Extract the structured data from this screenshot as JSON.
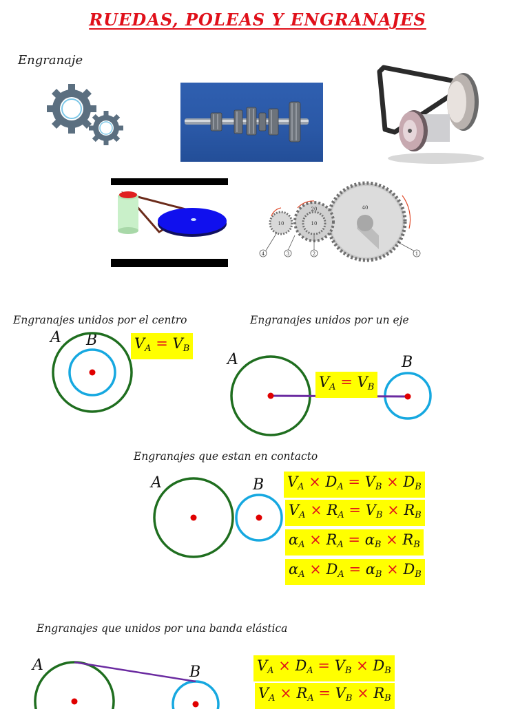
{
  "title": "RUEDAS, POLEAS Y ENGRANAJES",
  "section_engranaje": "Engranaje",
  "gear_labels": {
    "small1": "10",
    "small2": "20",
    "small3": "10",
    "big": "40",
    "n1": "1",
    "n2": "2",
    "n3": "3",
    "n4": "4"
  },
  "case_center": {
    "caption": "Engranajes unidos por el centro",
    "label_a": "A",
    "label_b": "B",
    "formula": [
      {
        "v": "V",
        "s": "A"
      },
      {
        "op": "="
      },
      {
        "v": "V",
        "s": "B"
      }
    ]
  },
  "case_axis": {
    "caption": "Engranajes unidos por un eje",
    "label_a": "A",
    "label_b": "B",
    "formula": [
      {
        "v": "V",
        "s": "A"
      },
      {
        "op": "="
      },
      {
        "v": "V",
        "s": "B"
      }
    ]
  },
  "case_contact": {
    "caption": "Engranajes que estan en contacto",
    "label_a": "A",
    "label_b": "B",
    "formulas": [
      [
        {
          "v": "V",
          "s": "A"
        },
        {
          "op": "×"
        },
        {
          "v": "D",
          "s": "A"
        },
        {
          "op": "="
        },
        {
          "v": "V",
          "s": "B"
        },
        {
          "op": "×"
        },
        {
          "v": "D",
          "s": "B"
        }
      ],
      [
        {
          "v": "V",
          "s": "A"
        },
        {
          "op": "×"
        },
        {
          "v": "R",
          "s": "A"
        },
        {
          "op": "="
        },
        {
          "v": "V",
          "s": "B"
        },
        {
          "op": "×"
        },
        {
          "v": "R",
          "s": "B"
        }
      ],
      [
        {
          "v": "α",
          "s": "A"
        },
        {
          "op": "×"
        },
        {
          "v": "R",
          "s": "A"
        },
        {
          "op": "="
        },
        {
          "v": "α",
          "s": "B"
        },
        {
          "op": "×"
        },
        {
          "v": "R",
          "s": "B"
        }
      ],
      [
        {
          "v": "α",
          "s": "A"
        },
        {
          "op": "×"
        },
        {
          "v": "D",
          "s": "A"
        },
        {
          "op": "="
        },
        {
          "v": "α",
          "s": "B"
        },
        {
          "op": "×"
        },
        {
          "v": "D",
          "s": "B"
        }
      ]
    ]
  },
  "case_belt": {
    "caption": "Engranajes que unidos por una banda elástica",
    "label_a": "A",
    "label_b": "B",
    "formulas": [
      [
        {
          "v": "V",
          "s": "A"
        },
        {
          "op": "×"
        },
        {
          "v": "D",
          "s": "A"
        },
        {
          "op": "="
        },
        {
          "v": "V",
          "s": "B"
        },
        {
          "op": "×"
        },
        {
          "v": "D",
          "s": "B"
        }
      ],
      [
        {
          "v": "V",
          "s": "A"
        },
        {
          "op": "×"
        },
        {
          "v": "R",
          "s": "A"
        },
        {
          "op": "="
        },
        {
          "v": "V",
          "s": "B"
        },
        {
          "op": "×"
        },
        {
          "v": "R",
          "s": "B"
        }
      ]
    ]
  },
  "colors": {
    "title": "#e0101a",
    "outer_wheel": "#1f6e1f",
    "inner_wheel": "#16a8e0",
    "center_dot": "#e00000",
    "link": "#6a2aa0",
    "highlight": "#ffff00",
    "operator": "#e0101a"
  }
}
